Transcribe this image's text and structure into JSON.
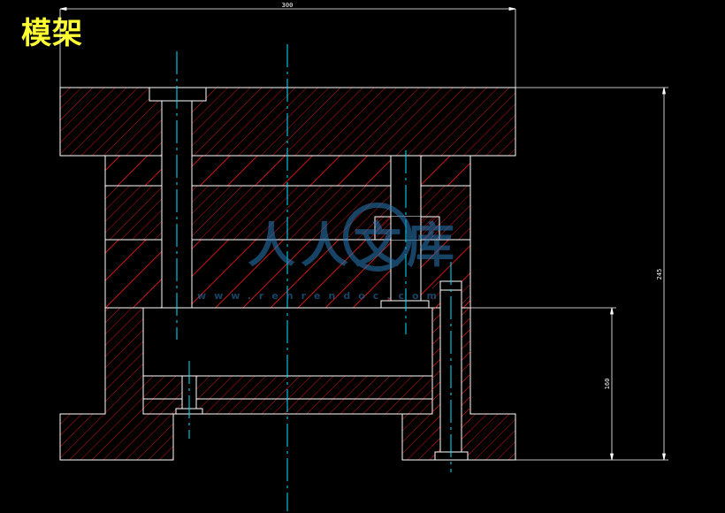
{
  "title": "模架",
  "dimensions": {
    "overall_width": "300",
    "overall_height": "245",
    "lower_height": "160"
  },
  "watermark": {
    "text": "人人文库",
    "url": "www.renrendoc.com"
  },
  "colors": {
    "background": "#000000",
    "title": "#ffff33",
    "outline": "#ffffff",
    "hatch": "#ff1a1a",
    "centerline": "#00e5ff",
    "watermark": "#2b7ab8"
  }
}
